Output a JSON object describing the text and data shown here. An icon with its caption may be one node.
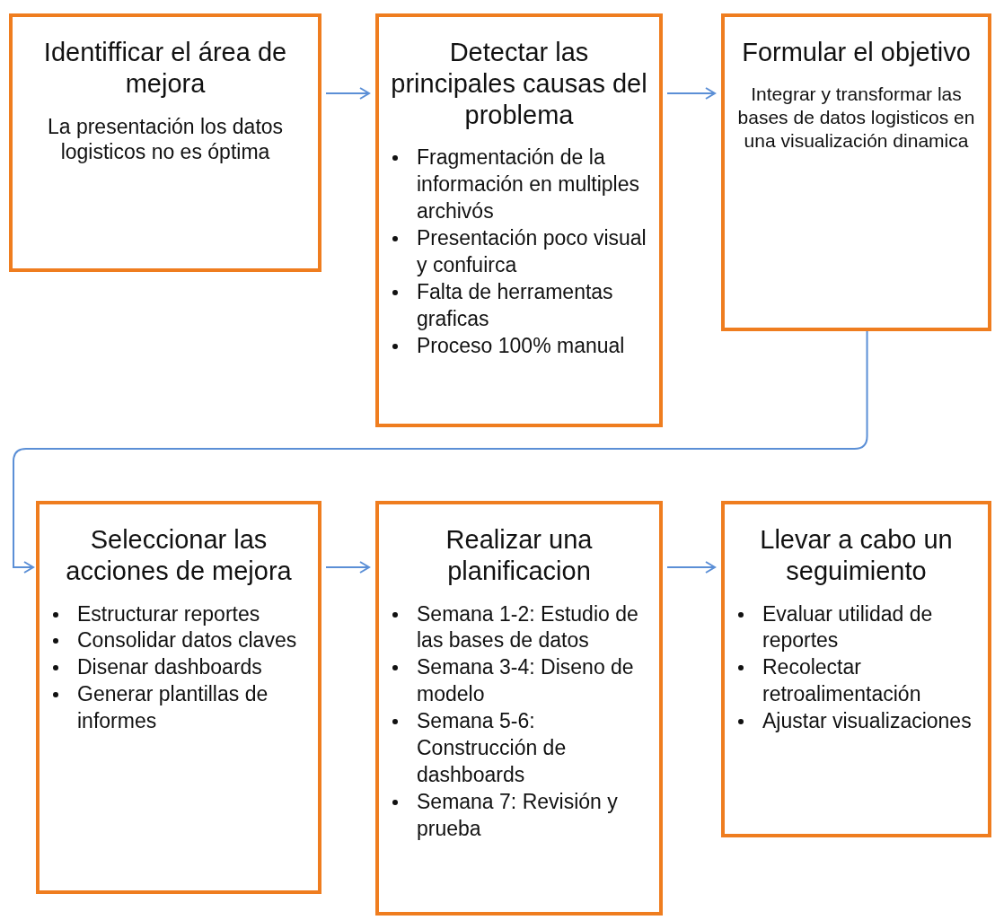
{
  "diagram": {
    "nodes": [
      {
        "text": [
          "Identifficar el área de mejora",
          "La presentación los datos logisticos no es óptima"
        ]
      },
      {
        "text": [
          "Detectar las principales causas del problema",
          "Fragmentación de la información en multiples archivós",
          "Presentación poco visual y confuirca",
          "Falta de herramentas graficas",
          "Proceso 100% manual"
        ]
      },
      {
        "text": [
          "Formular el objetivo",
          "Integrar y transformar las bases de datos logisticos en una visualización dinamica"
        ]
      },
      {
        "text": [
          "Seleccionar las acciones de mejora",
          "Estructurar reportes",
          "Consolidar datos claves",
          "Disenar dashboards",
          "Generar plantillas de informes"
        ]
      },
      {
        "text": [
          "Realizar una planificacion",
          "Semana 1-2: Estudio de las bases de datos",
          "Semana 3-4: Diseno de modelo",
          "Semana 5-6: Construcción de dashboards",
          "Semana 7: Revisión y prueba"
        ]
      },
      {
        "text": [
          "Llevar a cabo un seguimiento",
          "Evaluar utilidad de reportes",
          "Recolectar retroalimentación",
          "Ajustar visualizaciones"
        ]
      }
    ],
    "edges": [
      {
        "from": 0,
        "to": 1,
        "arrow": "to"
      },
      {
        "from": 1,
        "to": 2,
        "arrow": "to"
      },
      {
        "from": 2,
        "to": 3,
        "arrow": "to"
      },
      {
        "from": 3,
        "to": 4,
        "arrow": "to"
      },
      {
        "from": 4,
        "to": 5,
        "arrow": "to"
      }
    ]
  }
}
